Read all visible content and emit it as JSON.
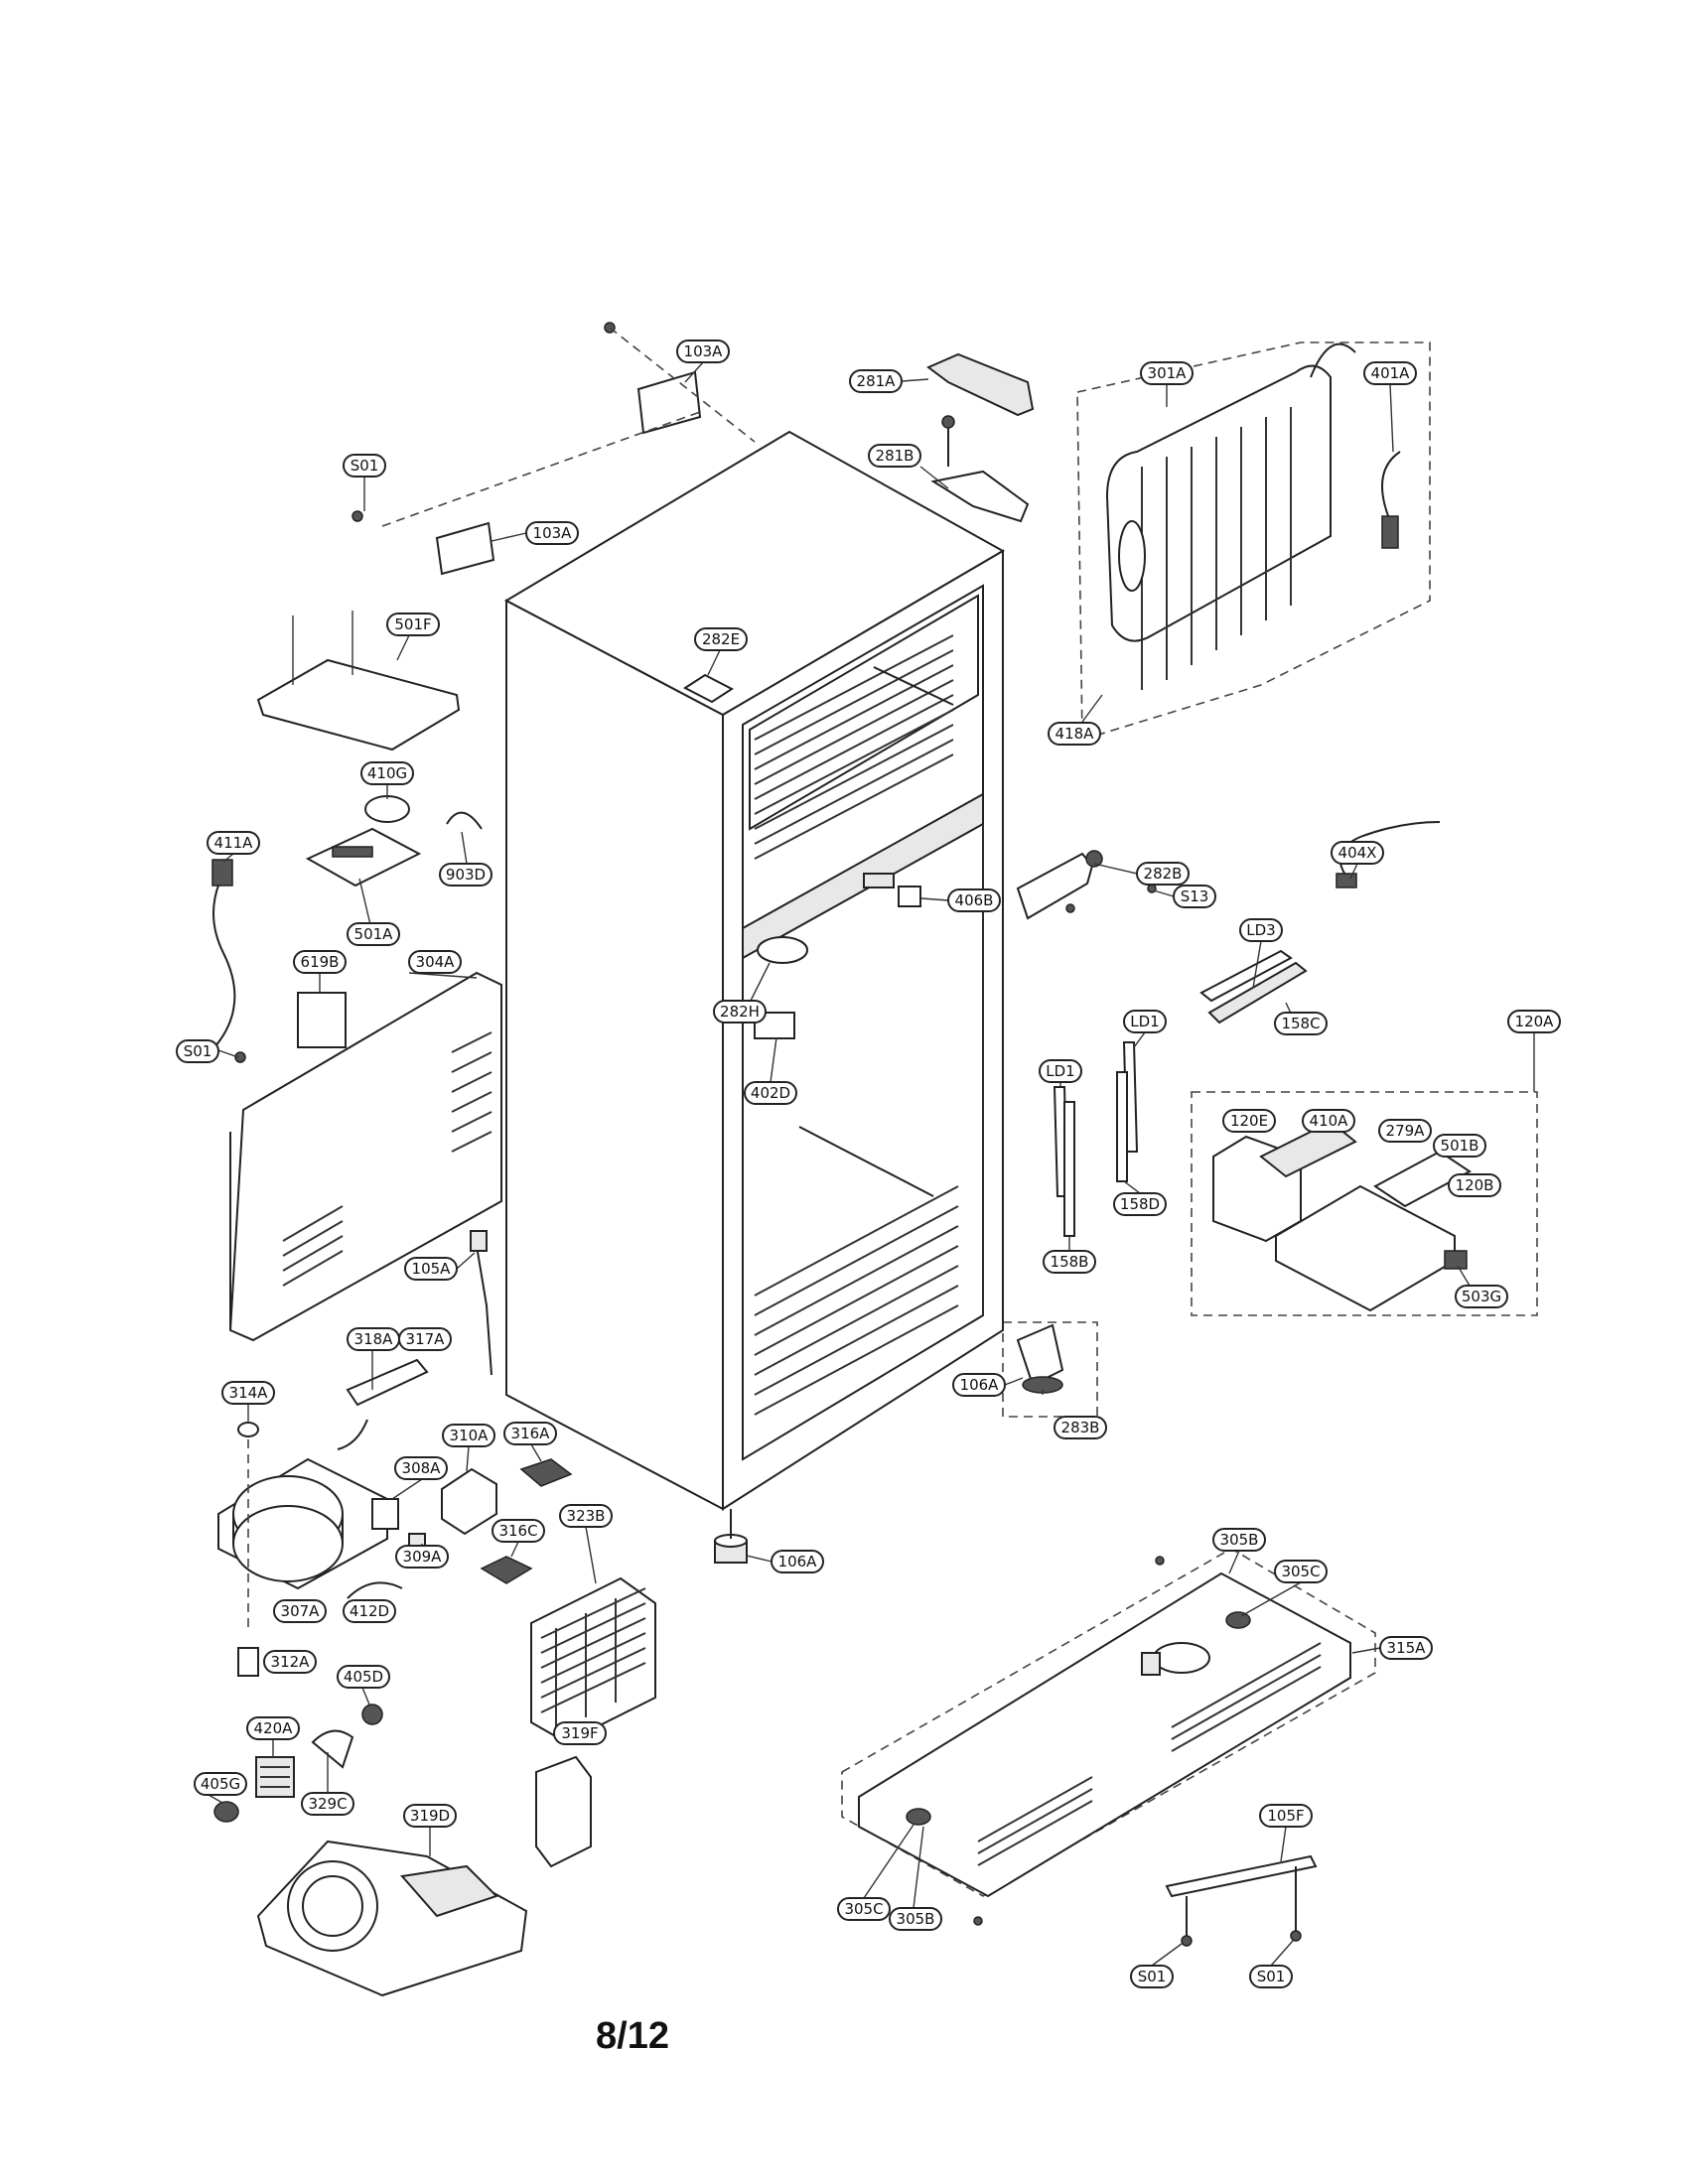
{
  "page": {
    "number": "8/12"
  },
  "labels": {
    "p103A_top": "103A",
    "p281A": "281A",
    "p301A": "301A",
    "p401A": "401A",
    "pS01_top": "S01",
    "p281B": "281B",
    "p103A_mid": "103A",
    "p501F": "501F",
    "p282E": "282E",
    "p418A": "418A",
    "p410G": "410G",
    "p411A": "411A",
    "p903D": "903D",
    "p282B": "282B",
    "pS13": "S13",
    "p404X": "404X",
    "p501A": "501A",
    "p406B": "406B",
    "p619B": "619B",
    "p304A": "304A",
    "pLD3": "LD3",
    "p158C": "158C",
    "p282H": "282H",
    "pLD1_right": "LD1",
    "p120A": "120A",
    "pS01_left": "S01",
    "pLD1_left": "LD1",
    "p402D": "402D",
    "p120E": "120E",
    "p410A": "410A",
    "p279A": "279A",
    "p501B": "501B",
    "p120B": "120B",
    "p158D": "158D",
    "p158B": "158B",
    "p503G": "503G",
    "p105A": "105A",
    "p318A": "318A",
    "p317A": "317A",
    "p314A": "314A",
    "p106A_right": "106A",
    "p283B": "283B",
    "p316A": "316A",
    "p310A": "310A",
    "p308A": "308A",
    "p316C": "316C",
    "p323B": "323B",
    "p309A": "309A",
    "p106A_foot": "106A",
    "p305B_top": "305B",
    "p305C_top": "305C",
    "p307A": "307A",
    "p412D": "412D",
    "p312A": "312A",
    "p315A": "315A",
    "p405D": "405D",
    "p420A": "420A",
    "p319F": "319F",
    "p405G": "405G",
    "p329C": "329C",
    "p319D": "319D",
    "p105F": "105F",
    "p305C_bot": "305C",
    "p305B_bot": "305B",
    "pS01_br1": "S01",
    "pS01_br2": "S01"
  }
}
